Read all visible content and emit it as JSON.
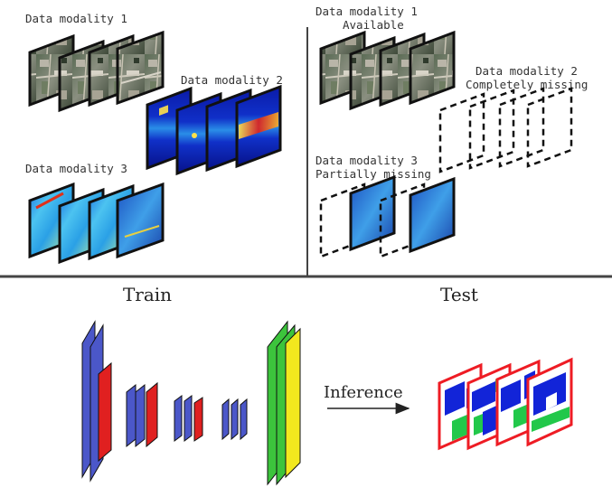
{
  "train_panel": {
    "modality_1_label": "Data modality 1",
    "modality_2_label": "Data modality 2",
    "modality_3_label": "Data modality 3"
  },
  "test_panel": {
    "modality_1_label": "Data modality 1",
    "modality_1_status": "Available",
    "modality_2_label": "Data modality 2",
    "modality_2_status": "Completely missing",
    "modality_3_label": "Data modality 3",
    "modality_3_status": "Partially missing"
  },
  "captions": {
    "train": "Train",
    "test": "Test"
  },
  "inference_label": "Inference",
  "colors": {
    "frame": "#111111",
    "encoder_blue": "#4b57c9",
    "encoder_red": "#e02020",
    "decoder_green": "#3cc43c",
    "decoder_yellow": "#f2e81e",
    "output_frame": "#ee1c24",
    "divider": "#444444"
  },
  "icons": [
    "satellite-image",
    "thermal-image",
    "hyperspectral-image",
    "missing-image-placeholder",
    "segmentation-map",
    "arrow-right"
  ]
}
